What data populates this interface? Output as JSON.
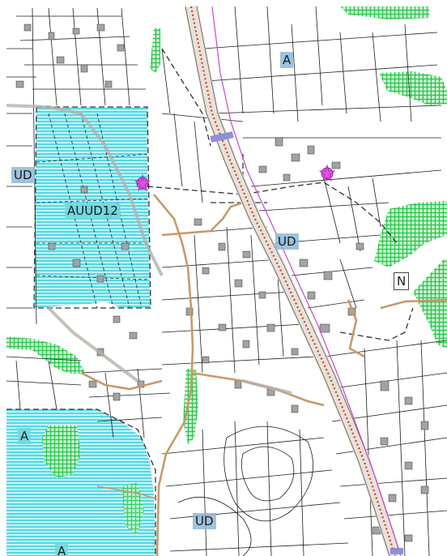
{
  "map": {
    "zones": {
      "a_north": "A",
      "ud_west": "UD",
      "auud12": "AUUD12",
      "ud_center": "UD",
      "n_east": "N",
      "a_southwest": "A",
      "ud_south": "UD",
      "a_bottom": "A"
    },
    "colors": {
      "hatch_cyan": "#35d8e8",
      "hatch_green": "#2fd35a",
      "road_red": "#d63a2e",
      "road_tan": "#c8a070",
      "limit_magenta": "#c64ad0",
      "label_blue": "#8cb9d7",
      "parcel_line": "#1e1e1e",
      "building": "#9a9a9a"
    },
    "icons": [
      "star-marker-icon",
      "star-marker-icon"
    ]
  }
}
